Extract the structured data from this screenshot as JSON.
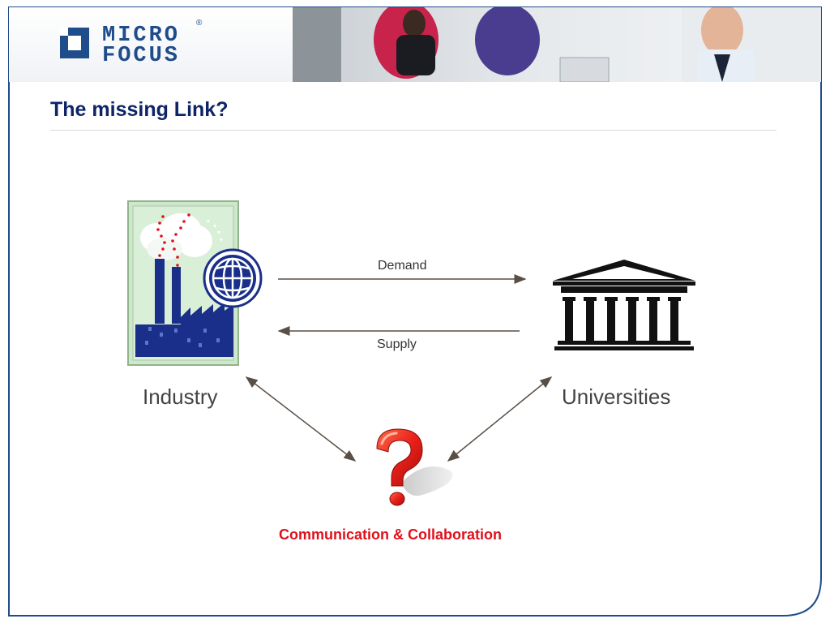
{
  "brand": {
    "logo_line1": "MICRO",
    "logo_line2": "FOCUS",
    "registered_mark": "®"
  },
  "slide": {
    "title": "The missing Link?",
    "demand_label": "Demand",
    "supply_label": "Supply",
    "industry_label": "Industry",
    "universities_label": "Universities",
    "center_label": "Communication & Collaboration"
  },
  "icons": {
    "logo": "micro-focus-logo",
    "header_photo": "office-people-photo",
    "industry": "factory-globe-icon",
    "universities": "classical-building-icon",
    "center": "question-mark-icon"
  },
  "colors": {
    "title": "#0d2567",
    "accent_red": "#e0101a",
    "frame_blue": "#1f4c8a",
    "arrow": "#5a4f45"
  }
}
